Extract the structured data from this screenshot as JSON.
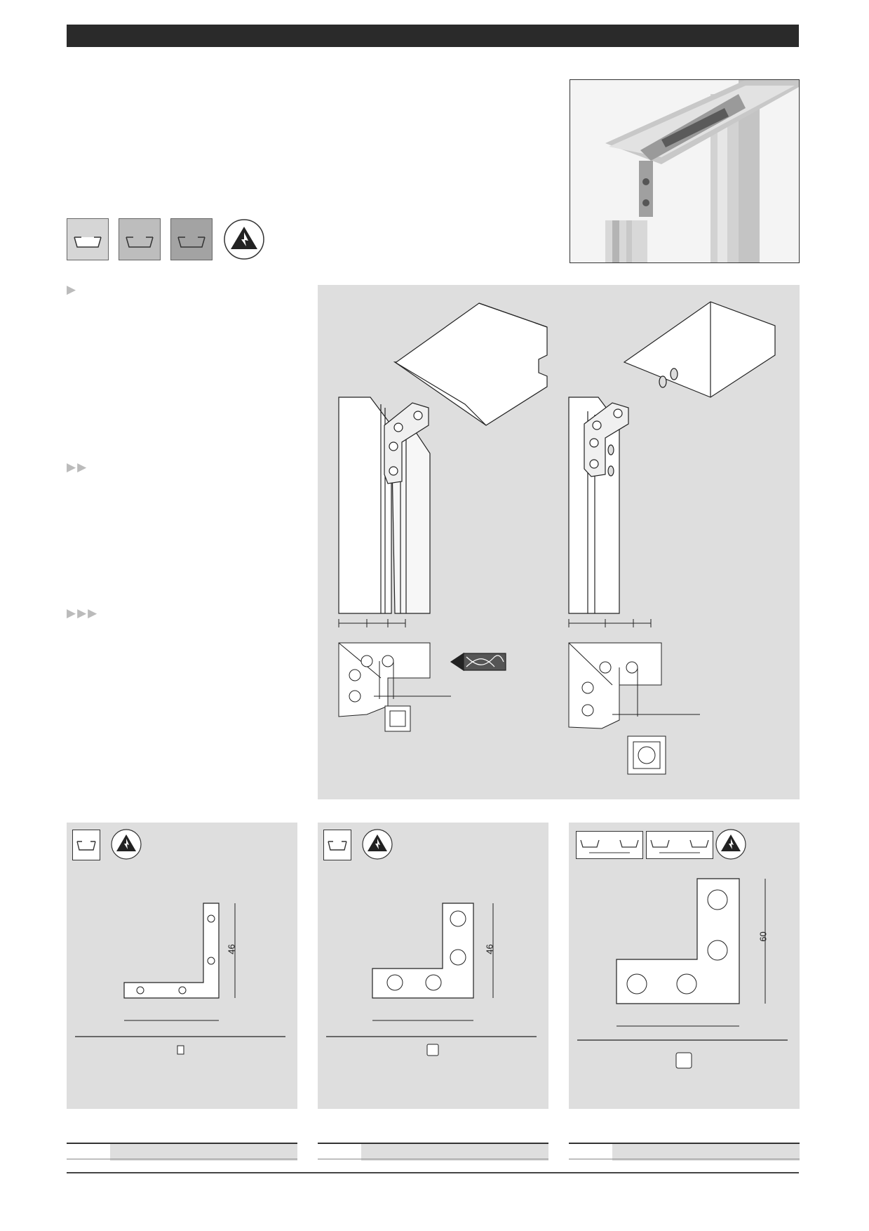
{
  "header": {
    "bar_color": "#2a2a2a"
  },
  "colors": {
    "panel_bg": "#dedede",
    "swatch_light": "#d6d6d6",
    "swatch_mid": "#bdbdbd",
    "swatch_dark": "#a3a3a3"
  },
  "markers": {
    "single": "▶",
    "double": "▶▶",
    "triple": "▶▶▶"
  },
  "icons": [
    "profile-groove-icon",
    "esd-warning-icon",
    "drill-bit-icon",
    "profile-section-icon"
  ],
  "panels": [
    {
      "dimension_label": "46"
    },
    {
      "dimension_label": "46"
    },
    {
      "dimension_label": "60"
    }
  ]
}
